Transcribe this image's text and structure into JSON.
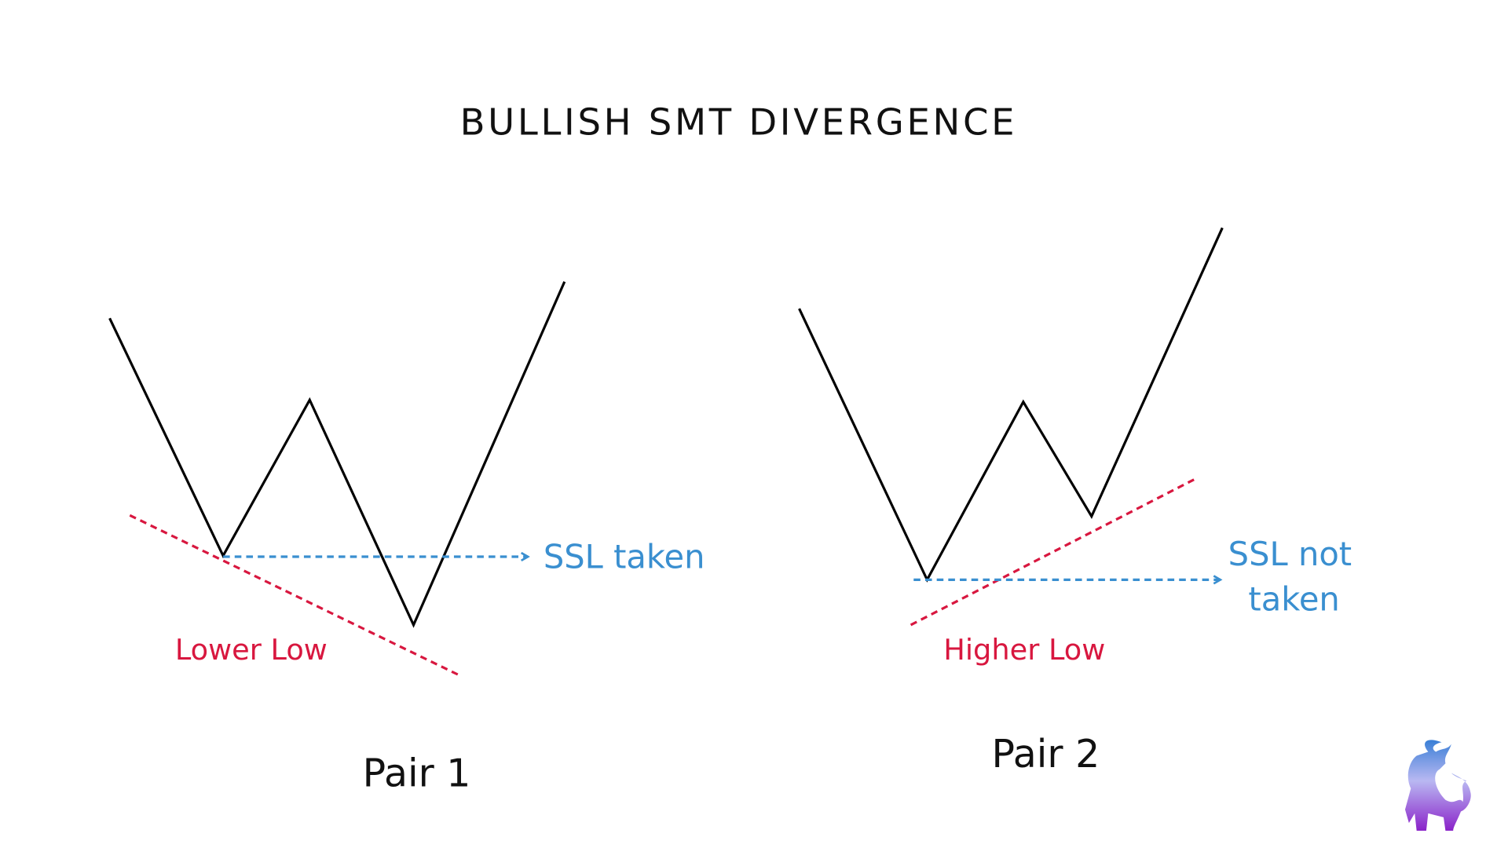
{
  "title": "BULLISH SMT DIVERGENCE",
  "pair1": {
    "label": "Pair 1",
    "liquidity_note": "SSL taken",
    "low_note": "Lower Low"
  },
  "pair2": {
    "label": "Pair 2",
    "liquidity_note_line1": "SSL not",
    "liquidity_note_line2": "taken",
    "low_note": "Higher Low"
  },
  "colors": {
    "price_line": "#000000",
    "liquidity": "#3a8fd0",
    "trendline": "#d8173f"
  },
  "logo": "bull-logo"
}
